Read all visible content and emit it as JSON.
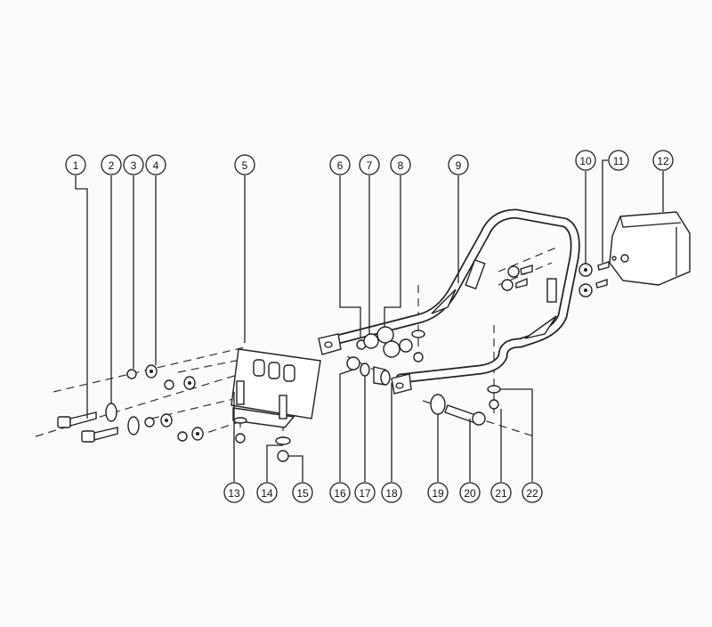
{
  "diagram": {
    "type": "exploded-parts-view",
    "callouts": [
      "1",
      "2",
      "3",
      "4",
      "5",
      "6",
      "7",
      "8",
      "9",
      "10",
      "11",
      "12",
      "13",
      "14",
      "15",
      "16",
      "17",
      "18",
      "19",
      "20",
      "21",
      "22"
    ]
  }
}
